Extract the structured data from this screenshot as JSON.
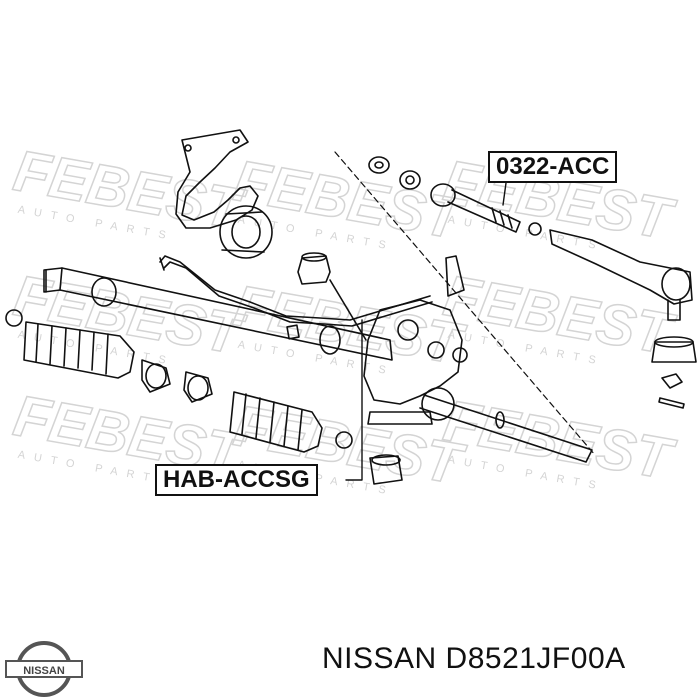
{
  "watermark": {
    "brand": "FEBEST",
    "tagline": "AUTO PARTS"
  },
  "callouts": {
    "tie_rod_end": "0322-ACC",
    "rack_bushing": "HAB-ACCSG"
  },
  "logo": {
    "text": "NISSAN"
  },
  "caption": {
    "text": "NISSAN D8521JF00A"
  },
  "colors": {
    "line": "#111111",
    "watermark": "#d9d9d9",
    "background": "#ffffff"
  }
}
